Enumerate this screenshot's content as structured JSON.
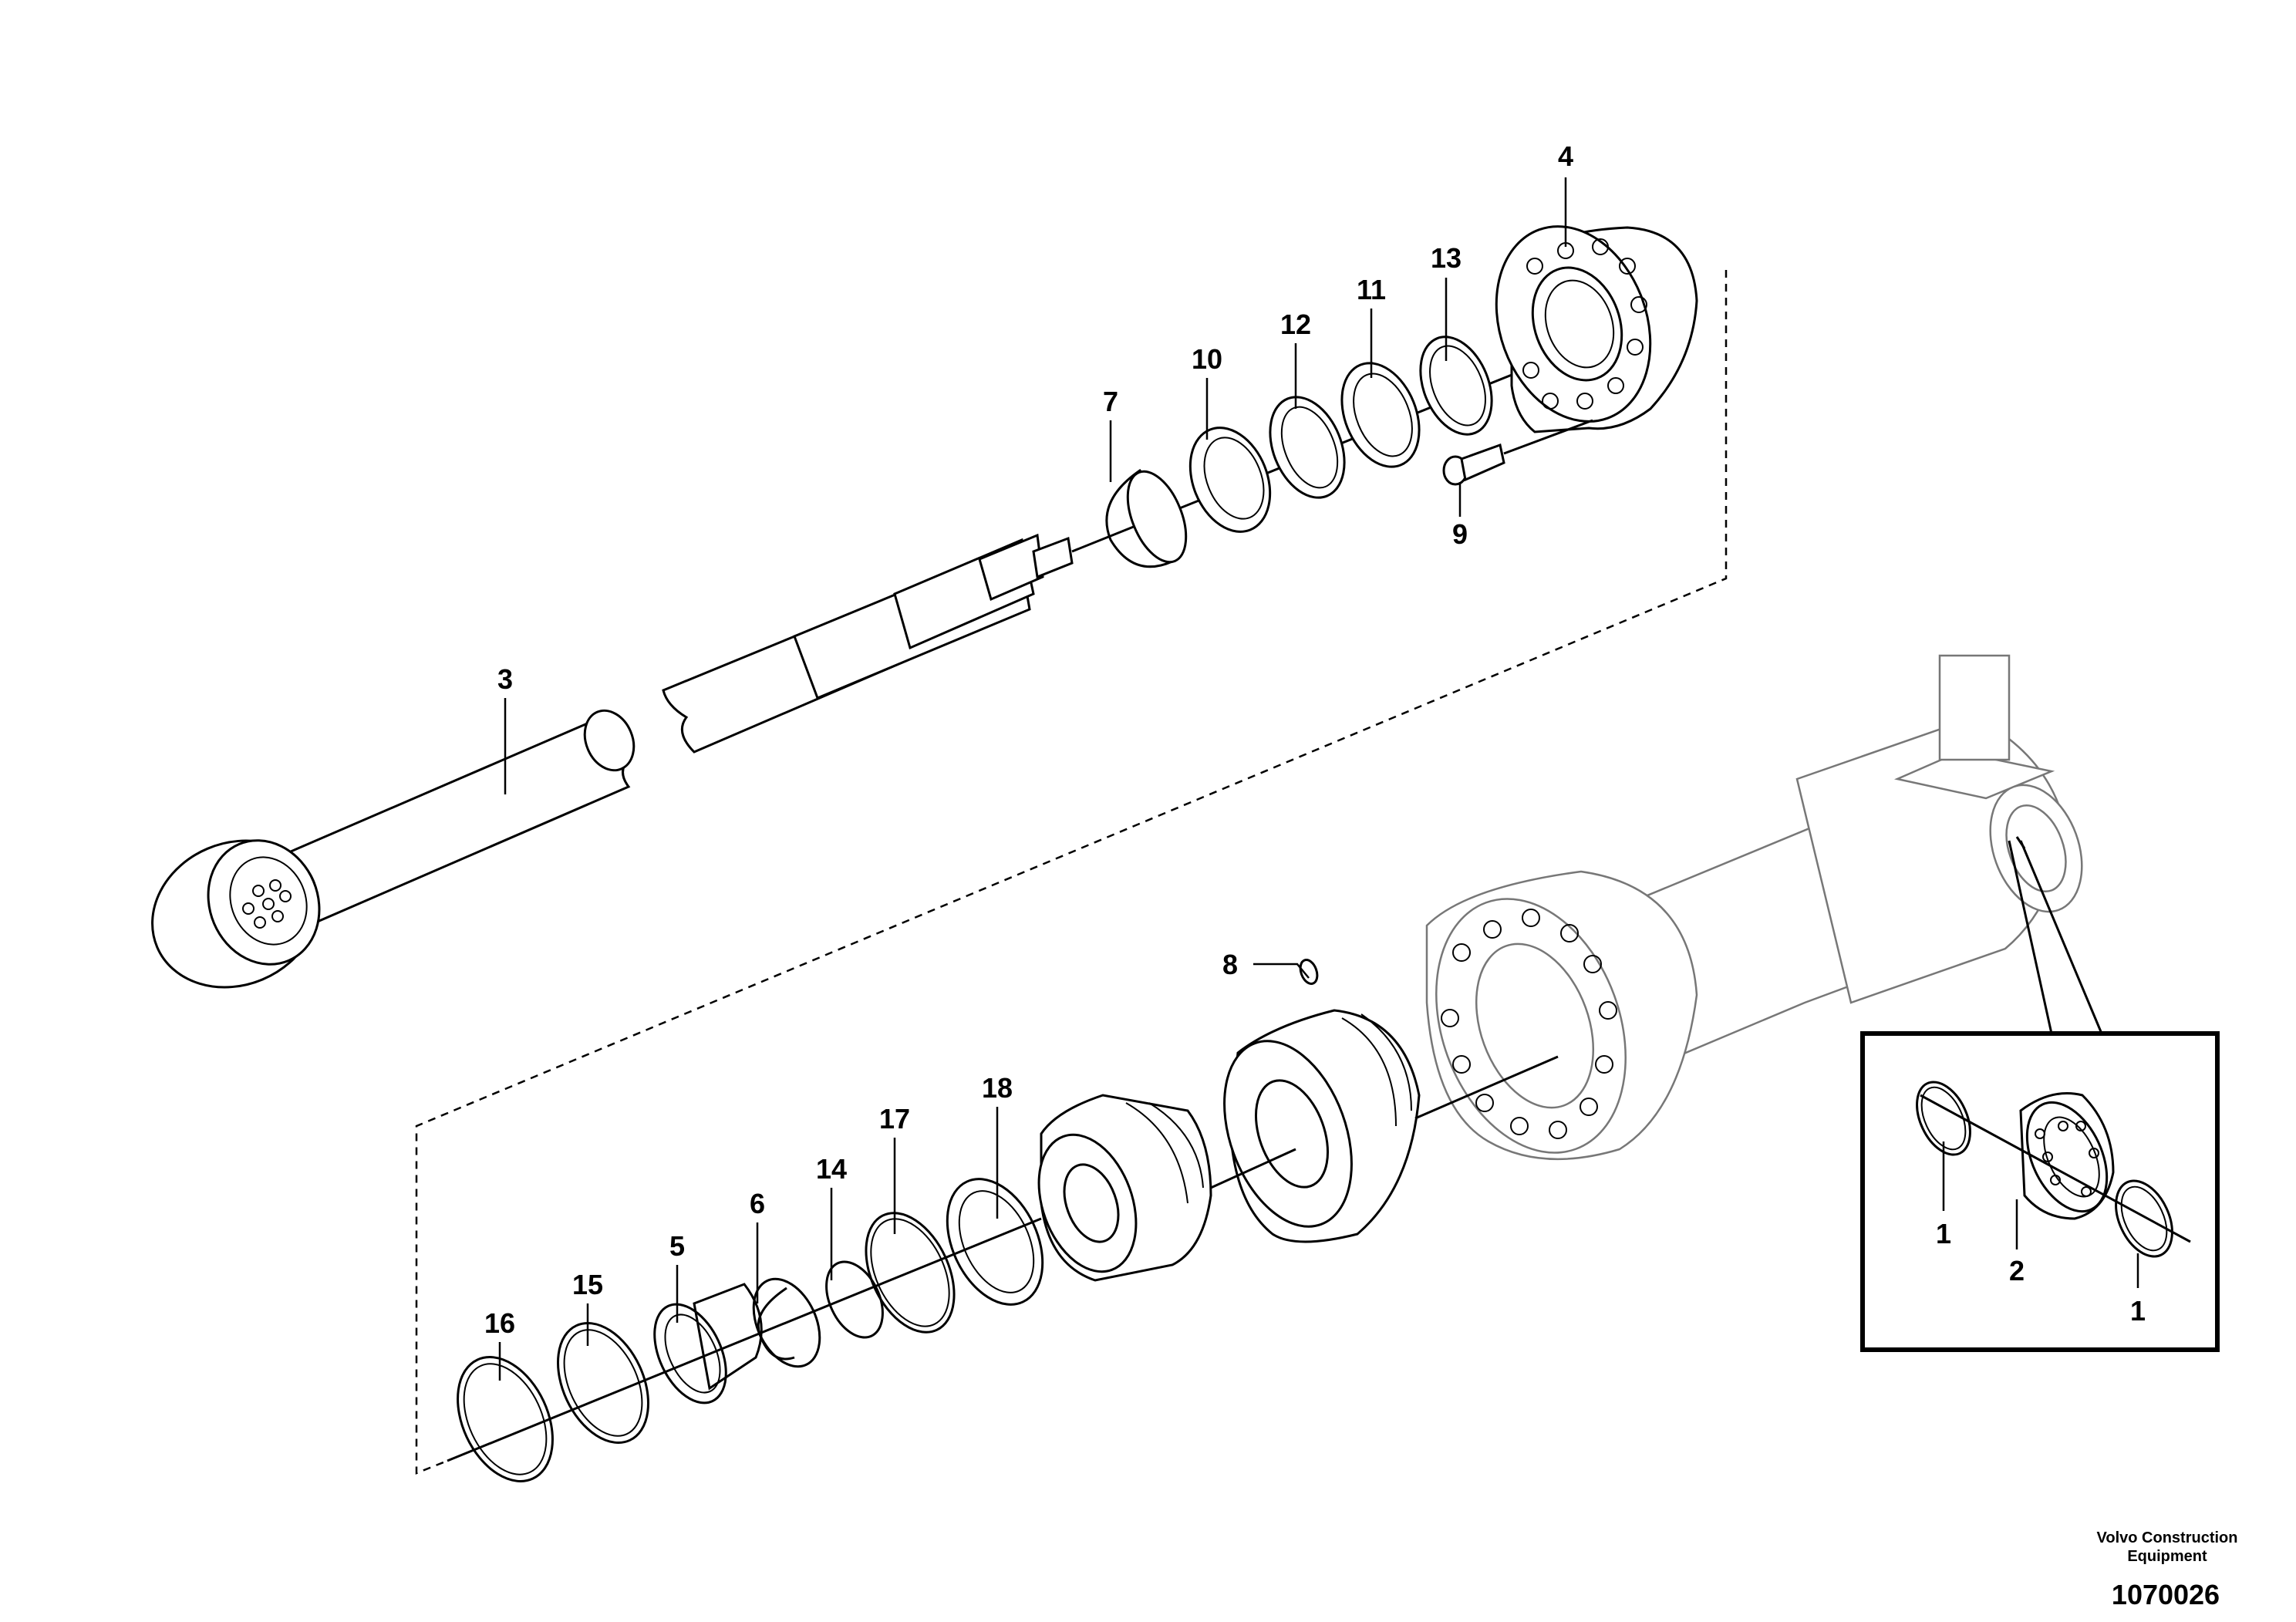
{
  "callouts": [
    {
      "id": "1a",
      "text": "1"
    },
    {
      "id": "1b",
      "text": "1"
    },
    {
      "id": "2",
      "text": "2"
    },
    {
      "id": "3",
      "text": "3"
    },
    {
      "id": "4",
      "text": "4"
    },
    {
      "id": "5",
      "text": "5"
    },
    {
      "id": "6",
      "text": "6"
    },
    {
      "id": "7",
      "text": "7"
    },
    {
      "id": "8",
      "text": "8"
    },
    {
      "id": "9",
      "text": "9"
    },
    {
      "id": "10",
      "text": "10"
    },
    {
      "id": "11",
      "text": "11"
    },
    {
      "id": "12",
      "text": "12"
    },
    {
      "id": "13",
      "text": "13"
    },
    {
      "id": "14",
      "text": "14"
    },
    {
      "id": "15",
      "text": "15"
    },
    {
      "id": "16",
      "text": "16"
    },
    {
      "id": "17",
      "text": "17"
    },
    {
      "id": "18",
      "text": "18"
    }
  ],
  "publisher": {
    "line1": "Volvo Construction",
    "line2": "Equipment"
  },
  "drawing_number": "1070026"
}
